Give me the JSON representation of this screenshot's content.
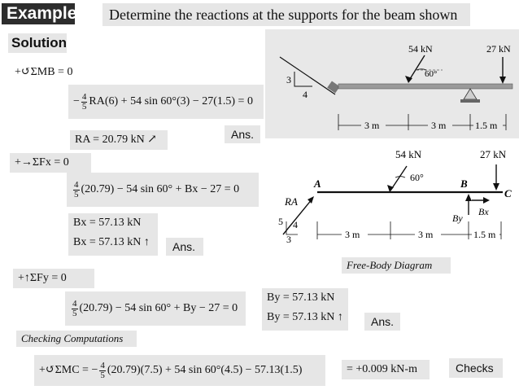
{
  "header": {
    "tag": "Example",
    "title": "Determine the reactions at the supports for the beam shown"
  },
  "solution_label": "Solution",
  "equations": {
    "moment_b": "+↺ΣMB = 0",
    "moment_b_lhs_sign": "−",
    "moment_b_frac_num": "4",
    "moment_b_frac_den": "5",
    "moment_b_rest": "RA(6) + 54 sin 60°(3) − 27(1.5) = 0",
    "ra_result": "RA = 20.79 kN ↗",
    "ans1": "Ans.",
    "sum_fx": "+→ΣFx = 0",
    "fx_frac_num": "4",
    "fx_frac_den": "5",
    "fx_rest": "(20.79) − 54 sin 60° + Bx − 27 = 0",
    "bx_line1": "Bx = 57.13 kN",
    "bx_line2": "Bx = 57.13 kN ↑",
    "ans2": "Ans.",
    "sum_fy": "+↑ΣFy = 0",
    "fy_frac_num": "4",
    "fy_frac_den": "5",
    "fy_rest": "(20.79) − 54 sin 60° + By − 27 = 0",
    "by_line1": "By = 57.13 kN",
    "by_line2": "By = 57.13 kN ↑",
    "ans3": "Ans.",
    "checking_label": "Checking Computations",
    "check_lhs": "+↺ΣMC = −",
    "check_frac_num": "4",
    "check_frac_den": "5",
    "check_rest": "(20.79)(7.5) + 54 sin 60°(4.5) − 57.13(1.5)",
    "check_result": "= +0.009 kN-m",
    "checks_label": "Checks"
  },
  "beam_diagram": {
    "load1": "54 kN",
    "load2": "27 kN",
    "angle": "60°",
    "slope_v": "3",
    "slope_h": "4",
    "dim1": "3 m",
    "dim2": "3 m",
    "dim3": "1.5 m"
  },
  "fbd": {
    "load1": "54 kN",
    "load2": "27 kN",
    "angle": "60°",
    "point_a": "A",
    "point_b": "B",
    "point_c": "C",
    "ra": "RA",
    "by": "By",
    "bx": "Bx",
    "slope_5": "5",
    "slope_4": "4",
    "slope_3": "3",
    "dim1": "3 m",
    "dim2": "3 m",
    "dim3": "1.5 m",
    "caption": "Free-Body Diagram"
  }
}
